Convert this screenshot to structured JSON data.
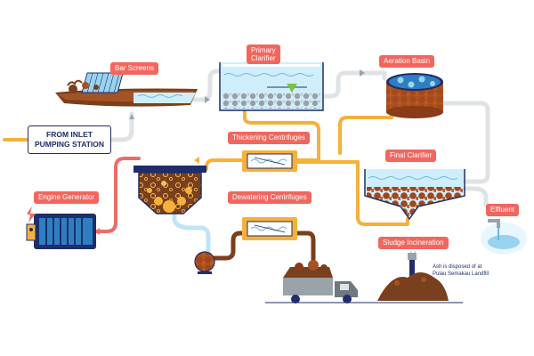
{
  "labels": {
    "bar_screens": "Bar Screens",
    "primary_clarifier_1": "Primary",
    "primary_clarifier_2": "Clarifier",
    "aeration_basin": "Aeration Basin",
    "thickening_centrifuges": "Thickening Centrifuges",
    "final_clarifier": "Final Clarifier",
    "engine_generator": "Engine Generator",
    "dewatering_centrifuges": "Dewatering Centrifuges",
    "effluent": "Effluent",
    "sludge_incineration": "Sludge Incineration"
  },
  "inlet": {
    "line1": "FROM INLET",
    "line2": "PUMPING STATION"
  },
  "note": {
    "line1": "Ash is disposed of at",
    "line2": "Pulau Semakau Landfill"
  },
  "colors": {
    "label_bg": "#f2665e",
    "pipe_gray": "#dfe3e6",
    "pipe_yellow": "#f6b13a",
    "pipe_red": "#ef6b66",
    "pipe_blue": "#bfe5f5",
    "pipe_brown": "#7a3f1c",
    "navy": "#1f2d6b",
    "sludge": "#8a3b18",
    "water": "#cfeefc"
  },
  "icons": [
    "bar-screen-icon",
    "clarifier-icon",
    "aeration-basin-icon",
    "digester-icon",
    "generator-icon",
    "centrifuge-icon",
    "pump-icon",
    "truck-icon",
    "incineration-icon",
    "effluent-icon"
  ]
}
